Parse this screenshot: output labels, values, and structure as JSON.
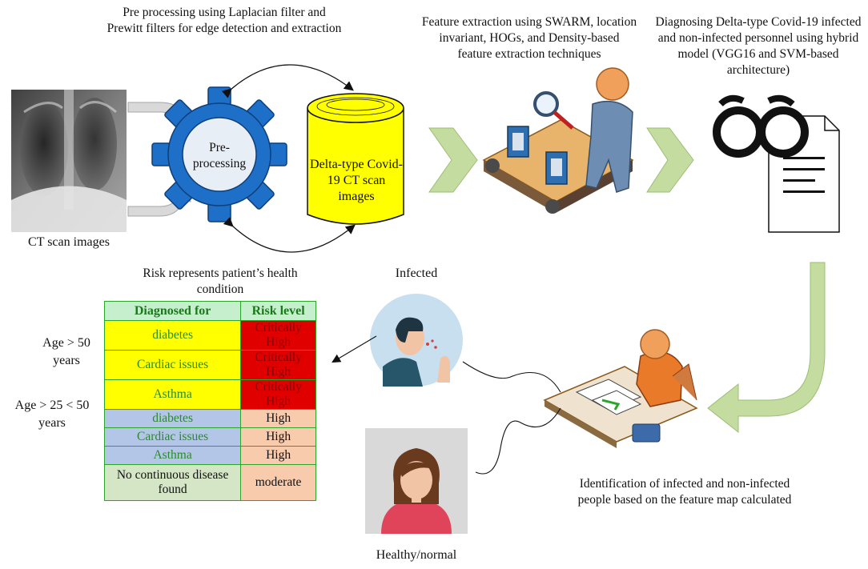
{
  "captions": {
    "preprocessing": "Pre processing using Laplacian filter and Prewitt filters for edge detection and extraction",
    "feature_extraction": "Feature extraction using SWARM, location invariant, HOGs, and Density-based feature extraction techniques",
    "diagnosing": "Diagnosing Delta-type Covid-19 infected and non-infected personnel using hybrid model (VGG16 and SVM-based architecture)",
    "ct_scan": "CT scan images",
    "risk_note": "Risk represents patient’s health condition",
    "infected": "Infected",
    "healthy": "Healthy/normal",
    "identification": "Identification of infected and non-infected people based on the feature map calculated"
  },
  "gear_label": "Pre-processing",
  "cylinder_label": "Delta-type Covid-19 CT scan images",
  "age_groups": [
    "Age > 50 years",
    "Age > 25 < 50 years"
  ],
  "table": {
    "headers": [
      "Diagnosed for",
      "Risk level"
    ],
    "rows": [
      {
        "condition": "diabetes",
        "risk": "Critically High"
      },
      {
        "condition": "Cardiac issues",
        "risk": "Critically High"
      },
      {
        "condition": "Asthma",
        "risk": "Critically High"
      },
      {
        "condition": "diabetes",
        "risk": "High"
      },
      {
        "condition": "Cardiac issues",
        "risk": "High"
      },
      {
        "condition": "Asthma",
        "risk": "High"
      },
      {
        "condition": "No continuous disease found",
        "risk": "moderate"
      }
    ]
  },
  "colors": {
    "gear": "#1e6fc8",
    "cylinder": "#ffff00",
    "arrow_fill": "#c5dca0",
    "critical": "#e00000",
    "high": "#f8cbad"
  }
}
